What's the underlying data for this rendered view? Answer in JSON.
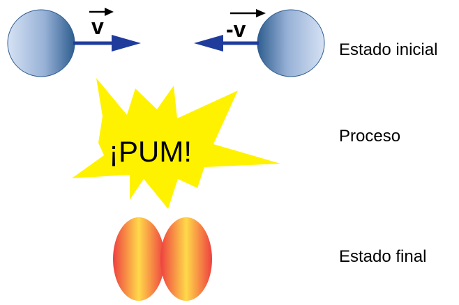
{
  "labels": {
    "initial_state": "Estado inicial",
    "process": "Proceso",
    "final_state": "Estado final"
  },
  "vectors": {
    "left_velocity": "v",
    "right_velocity": "-v"
  },
  "explosion_text": "¡PUM!",
  "colors": {
    "sphere_light": "#d6e2f4",
    "sphere_mid": "#97b1d6",
    "sphere_dark": "#2e5d8f",
    "arrow": "#1f3c9c",
    "explosion": "#fff200",
    "blob_edge": "#ee4040",
    "blob_center": "#ffd94a"
  }
}
